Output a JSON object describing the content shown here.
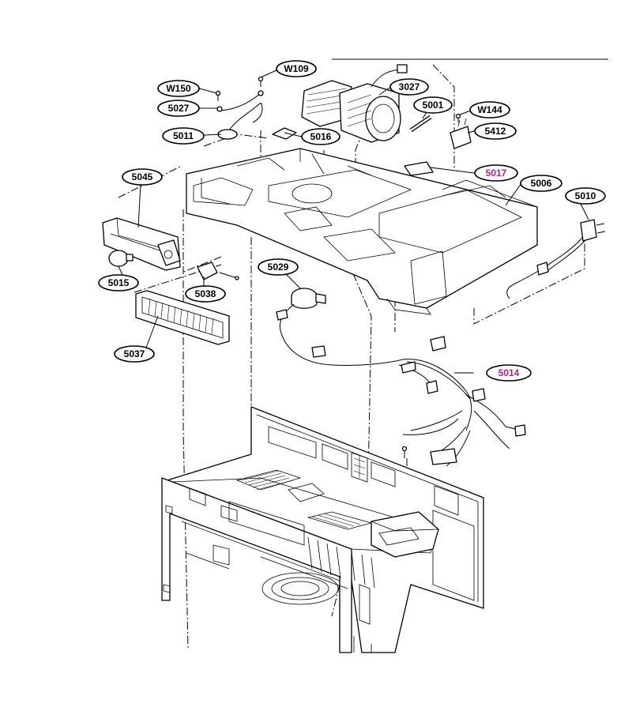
{
  "labels": {
    "W109": "W109",
    "W150": "W150",
    "3027": "3027",
    "5027": "5027",
    "5001": "5001",
    "W144": "W144",
    "5011": "5011",
    "5016": "5016",
    "5412": "5412",
    "5017": "5017",
    "5045": "5045",
    "5006": "5006",
    "5010": "5010",
    "5029": "5029",
    "5015": "5015",
    "5038": "5038",
    "5037": "5037",
    "5014": "5014"
  },
  "colors": {
    "highlight": "#b0208a",
    "line": "#000000"
  }
}
